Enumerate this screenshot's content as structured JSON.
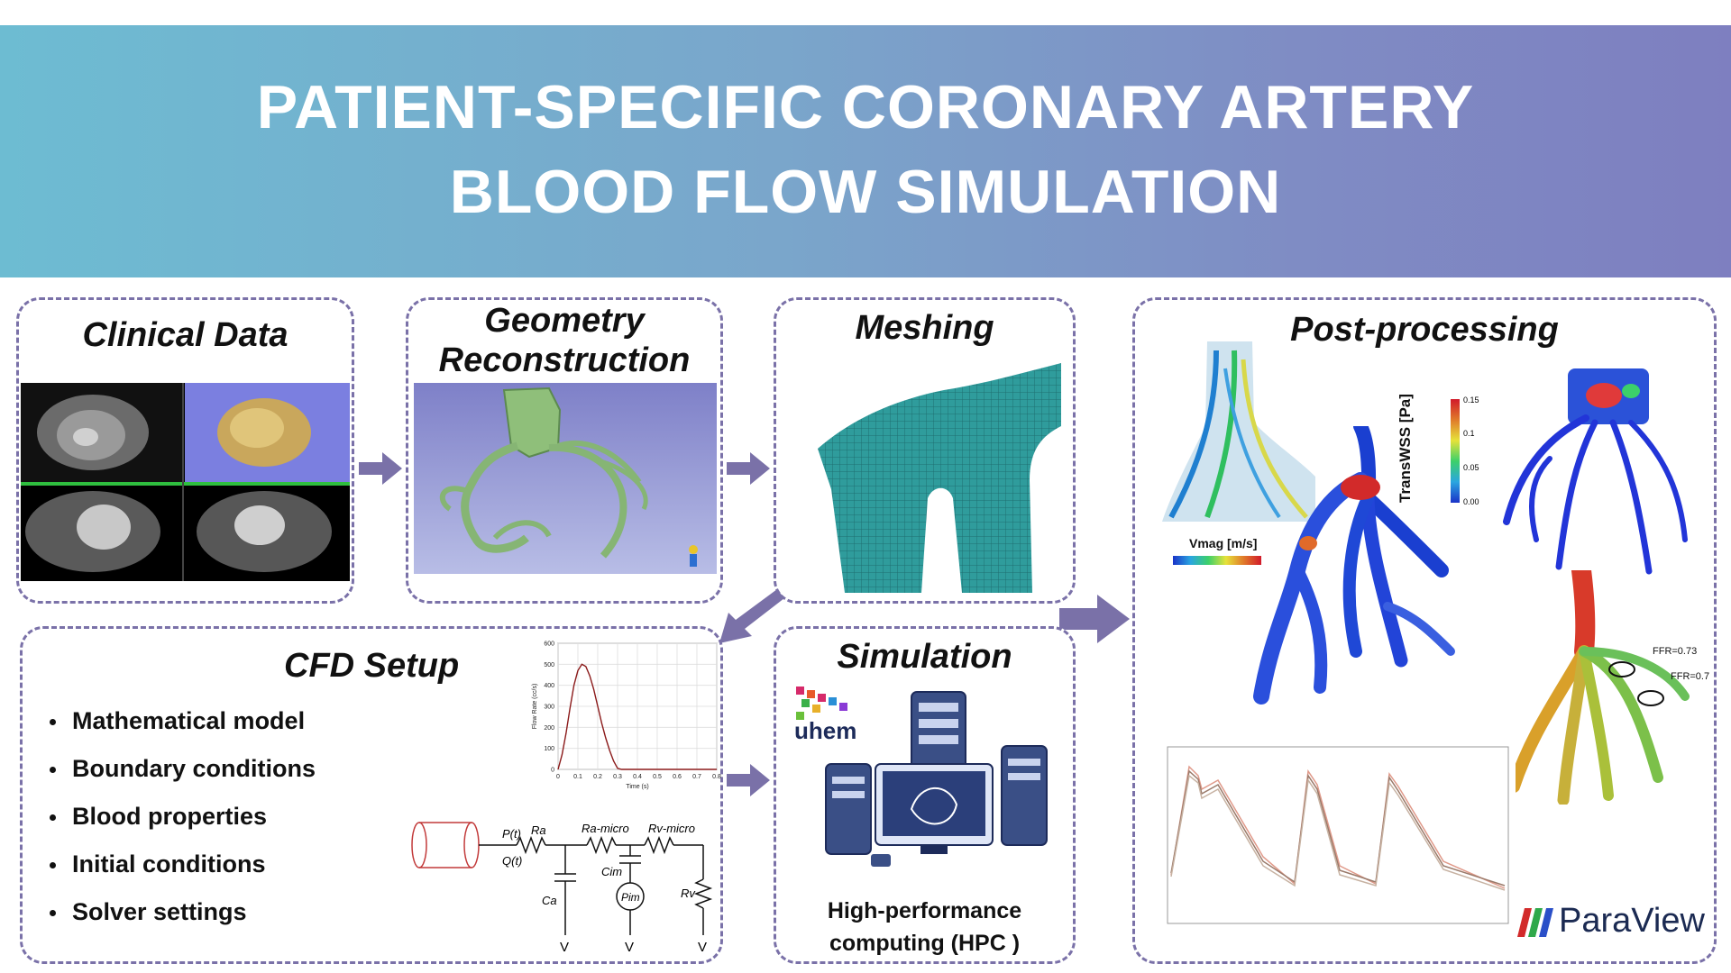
{
  "header": {
    "title_line1": "PATIENT-SPECIFIC CORONARY ARTERY",
    "title_line2": "BLOOD FLOW SIMULATION"
  },
  "panels": {
    "clinical": {
      "title": "Clinical Data"
    },
    "geometry": {
      "title_line1": "Geometry",
      "title_line2": "Reconstruction"
    },
    "meshing": {
      "title": "Meshing"
    },
    "postprocessing": {
      "title": "Post-processing",
      "velocity_label": "Vmag [m/s]",
      "wss_label": "TransWSS [Pa]",
      "wss_ticks": [
        "0.15",
        "0.1",
        "0.05",
        "0.00"
      ],
      "ffr_labels": [
        "FFR=0.73",
        "FFR=0.7"
      ],
      "logo": "ParaView"
    },
    "cfd": {
      "title": "CFD Setup",
      "items": [
        "Mathematical model",
        "Boundary conditions",
        "Blood properties",
        "Initial conditions",
        "Solver settings"
      ],
      "circuit_labels": {
        "p": "P(t)",
        "q": "Q(t)",
        "ra": "Ra",
        "ramicro": "Ra-micro",
        "rvmicro": "Rv-micro",
        "ca": "Ca",
        "cim": "Cim",
        "pim": "Pim",
        "rv": "Rv",
        "v": "V"
      }
    },
    "simulation": {
      "title": "Simulation",
      "logo": "uhem",
      "caption_line1": "High-performance",
      "caption_line2": "computing (HPC )"
    }
  },
  "chart_data": {
    "type": "line",
    "title": "",
    "xlabel": "Time (s)",
    "ylabel": "Flow Rate (cc/s)",
    "xlim": [
      0,
      0.8
    ],
    "ylim": [
      0,
      600
    ],
    "xticks": [
      "0",
      "0.1",
      "0.2",
      "0.3",
      "0.4",
      "0.5",
      "0.6",
      "0.7",
      "0.8"
    ],
    "yticks": [
      "0",
      "100",
      "200",
      "300",
      "400",
      "500",
      "600"
    ],
    "x": [
      0,
      0.02,
      0.04,
      0.06,
      0.08,
      0.1,
      0.12,
      0.14,
      0.16,
      0.18,
      0.2,
      0.22,
      0.24,
      0.26,
      0.28,
      0.3,
      0.32,
      0.4,
      0.5,
      0.6,
      0.7,
      0.8
    ],
    "series": [
      {
        "values": [
          0,
          70,
          170,
          290,
          400,
          470,
          500,
          490,
          445,
          380,
          300,
          220,
          150,
          90,
          40,
          5,
          0,
          0,
          0,
          0,
          0,
          0
        ]
      }
    ],
    "grid": true,
    "color": "#8b1a1a"
  }
}
